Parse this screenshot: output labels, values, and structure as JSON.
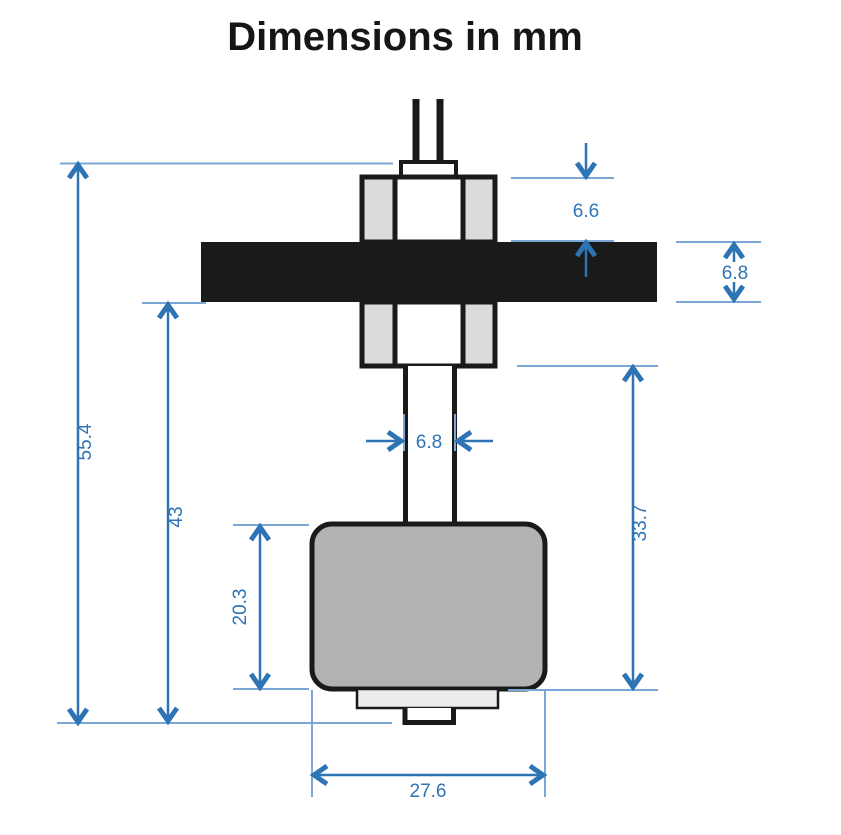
{
  "title": "Dimensions in mm",
  "labels": {
    "total_height": "55.4",
    "below_panel_height": "43",
    "above_panel_height": "6.6",
    "panel_thickness": "6.8",
    "stem_width": "6.8",
    "nut_to_float_bottom": "33.7",
    "float_height": "20.3",
    "float_width": "27.6"
  },
  "colors": {
    "dimension_blue": "#2e74b5",
    "extension_blue": "#7ba7d6",
    "outline_black": "#1a1a1a",
    "float_gray": "#b1b3b4",
    "nut_flat_gray": "#dadbdb",
    "clip_gray": "#ededee",
    "panel_black": "#1a1a1a",
    "background": "#ffffff"
  }
}
